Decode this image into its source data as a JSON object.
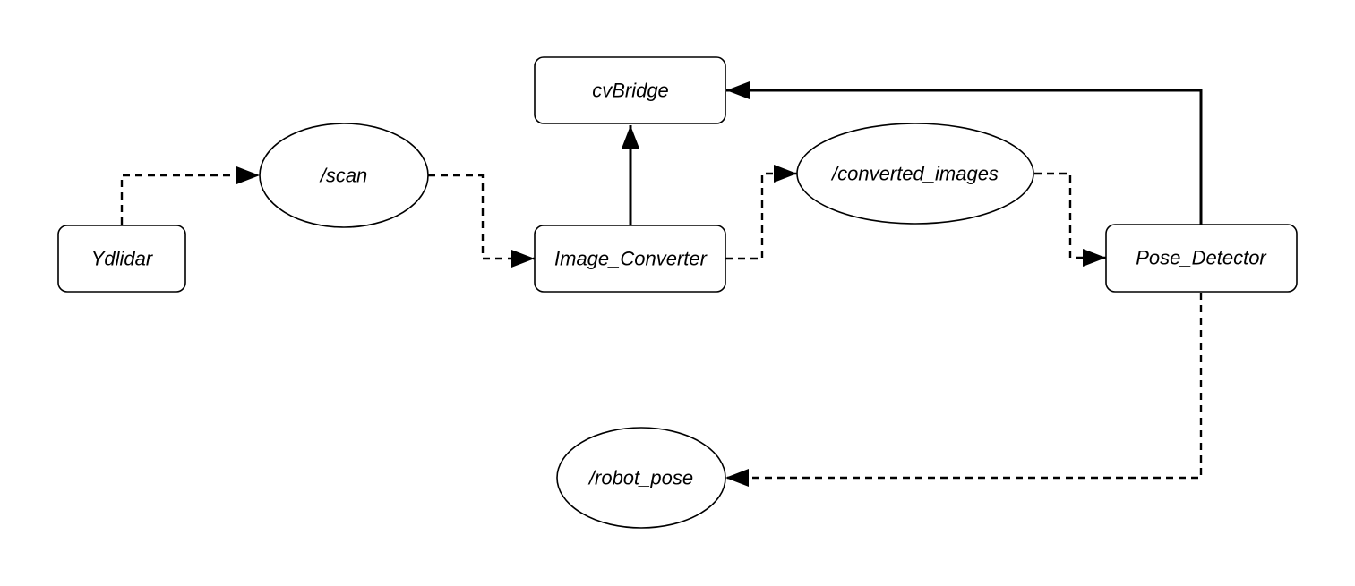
{
  "diagram": {
    "nodes": {
      "ydlidar": {
        "label": "Ydlidar",
        "shape": "rounded-rect"
      },
      "scan": {
        "label": "/scan",
        "shape": "ellipse"
      },
      "image_converter": {
        "label": "Image_Converter",
        "shape": "rounded-rect"
      },
      "cvbridge": {
        "label": "cvBridge",
        "shape": "rounded-rect"
      },
      "converted_images": {
        "label": "/converted_images",
        "shape": "ellipse"
      },
      "pose_detector": {
        "label": "Pose_Detector",
        "shape": "rounded-rect"
      },
      "robot_pose": {
        "label": "/robot_pose",
        "shape": "ellipse"
      }
    },
    "edges": [
      {
        "from": "ydlidar",
        "to": "scan",
        "style": "dashed"
      },
      {
        "from": "scan",
        "to": "image_converter",
        "style": "dashed"
      },
      {
        "from": "image_converter",
        "to": "cvbridge",
        "style": "solid"
      },
      {
        "from": "image_converter",
        "to": "converted_images",
        "style": "dashed"
      },
      {
        "from": "converted_images",
        "to": "pose_detector",
        "style": "dashed"
      },
      {
        "from": "pose_detector",
        "to": "cvbridge",
        "style": "solid"
      },
      {
        "from": "pose_detector",
        "to": "robot_pose",
        "style": "dashed"
      }
    ],
    "colors": {
      "stroke": "#000000",
      "fill": "#ffffff",
      "background": "#ffffff"
    }
  }
}
